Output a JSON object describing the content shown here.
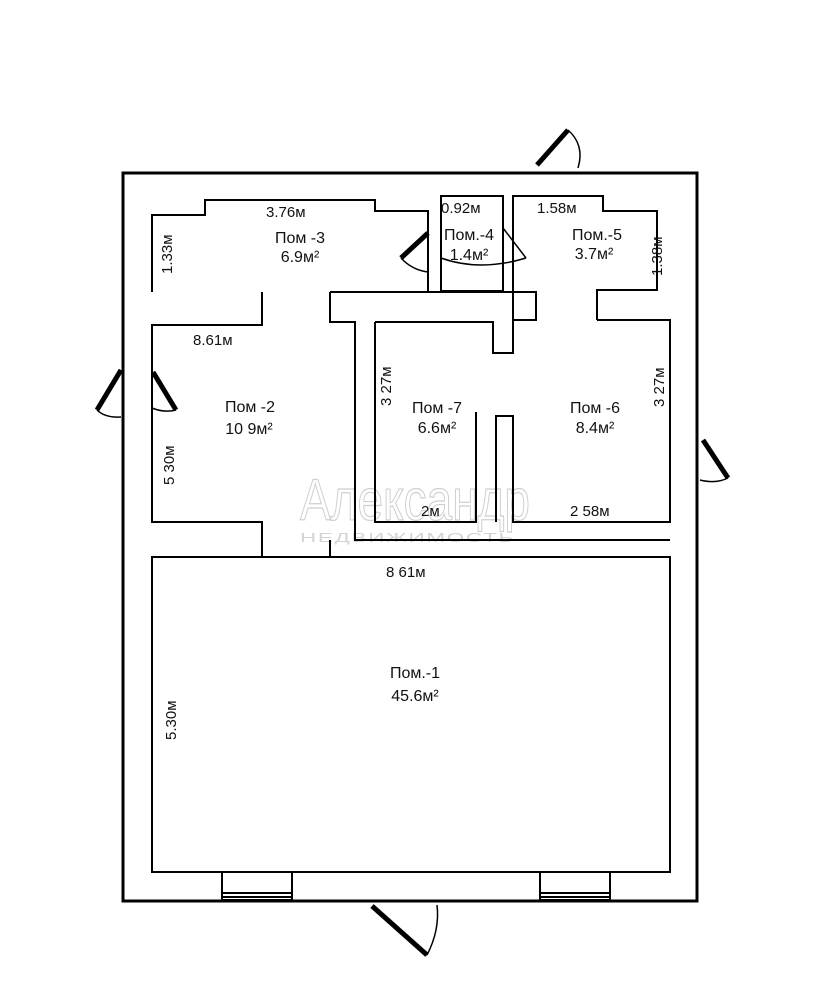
{
  "rooms": {
    "r1": {
      "name": "Пом.-1",
      "area": "45.6м²"
    },
    "r2": {
      "name": "Пом -2",
      "area": "10 9м²"
    },
    "r3": {
      "name": "Пом -3",
      "area": "6.9м²"
    },
    "r4": {
      "name": "Пом.-4",
      "area": "1.4м²"
    },
    "r5": {
      "name": "Пом.-5",
      "area": "3.7м²"
    },
    "r6": {
      "name": "Пом -6",
      "area": "8.4м²"
    },
    "r7": {
      "name": "Пом -7",
      "area": "6.6м²"
    }
  },
  "dimensions": {
    "r3_width": "3.76м",
    "r4_width": "0.92м",
    "r5_width": "1.58м",
    "r3_height": "1.33м",
    "r5_height": "1.38м",
    "upper_width": "8.61м",
    "r2_height": "5 30м",
    "r7_height": "3 27м",
    "r6_height": "3 27м",
    "r7_width": "2м",
    "r6_width": "2 58м",
    "lower_width": "8 61м",
    "r1_height": "5.30м"
  },
  "watermark": {
    "main": "Александр",
    "sub": "НЕДВИЖИМОСТЬ"
  }
}
